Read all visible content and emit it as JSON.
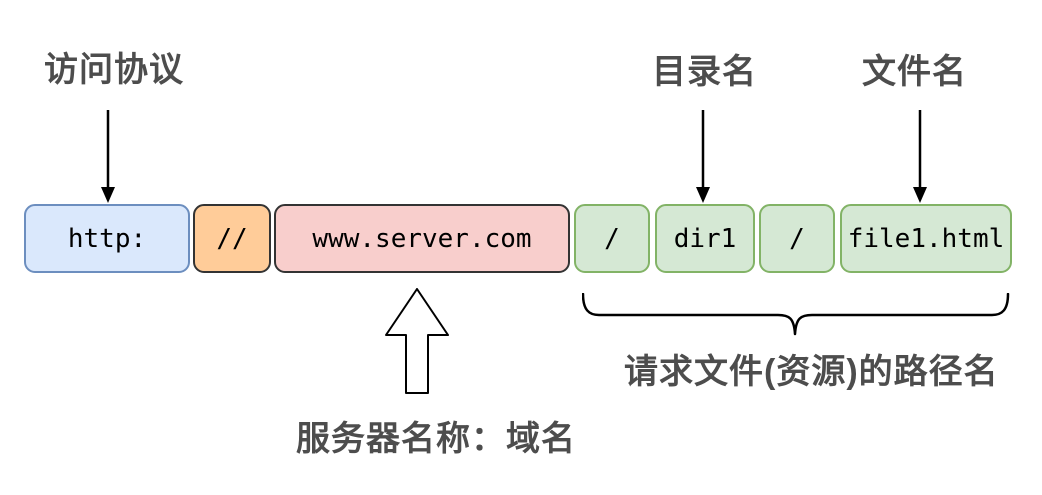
{
  "annotations": {
    "protocol": "访问协议",
    "directory": "目录名",
    "filename": "文件名",
    "server": "服务器名称：域名",
    "path": "请求文件(资源)的路径名"
  },
  "url": {
    "segments": [
      {
        "name": "protocol",
        "text": "http:",
        "fill": "#dae8fc",
        "stroke": "#6c8ebf"
      },
      {
        "name": "separator",
        "text": "//",
        "fill": "#ffcc99",
        "stroke": "#333333"
      },
      {
        "name": "domain",
        "text": "www.server.com",
        "fill": "#f8cecc",
        "stroke": "#333333"
      },
      {
        "name": "slash-1",
        "text": "/",
        "fill": "#d5e8d4",
        "stroke": "#82b366"
      },
      {
        "name": "directory",
        "text": "dir1",
        "fill": "#d5e8d4",
        "stroke": "#82b366"
      },
      {
        "name": "slash-2",
        "text": "/",
        "fill": "#d5e8d4",
        "stroke": "#82b366"
      },
      {
        "name": "file",
        "text": "file1.html",
        "fill": "#d5e8d4",
        "stroke": "#82b366"
      }
    ]
  },
  "colors": {
    "background": "#ffffff",
    "label_text": "#4d4d4d",
    "box_text": "#000000",
    "arrow": "#000000",
    "blue_fill": "#dae8fc",
    "blue_stroke": "#6c8ebf",
    "orange_fill": "#ffcc99",
    "pink_fill": "#f8cecc",
    "green_fill": "#d5e8d4",
    "green_stroke": "#82b366",
    "dark_stroke": "#333333"
  }
}
